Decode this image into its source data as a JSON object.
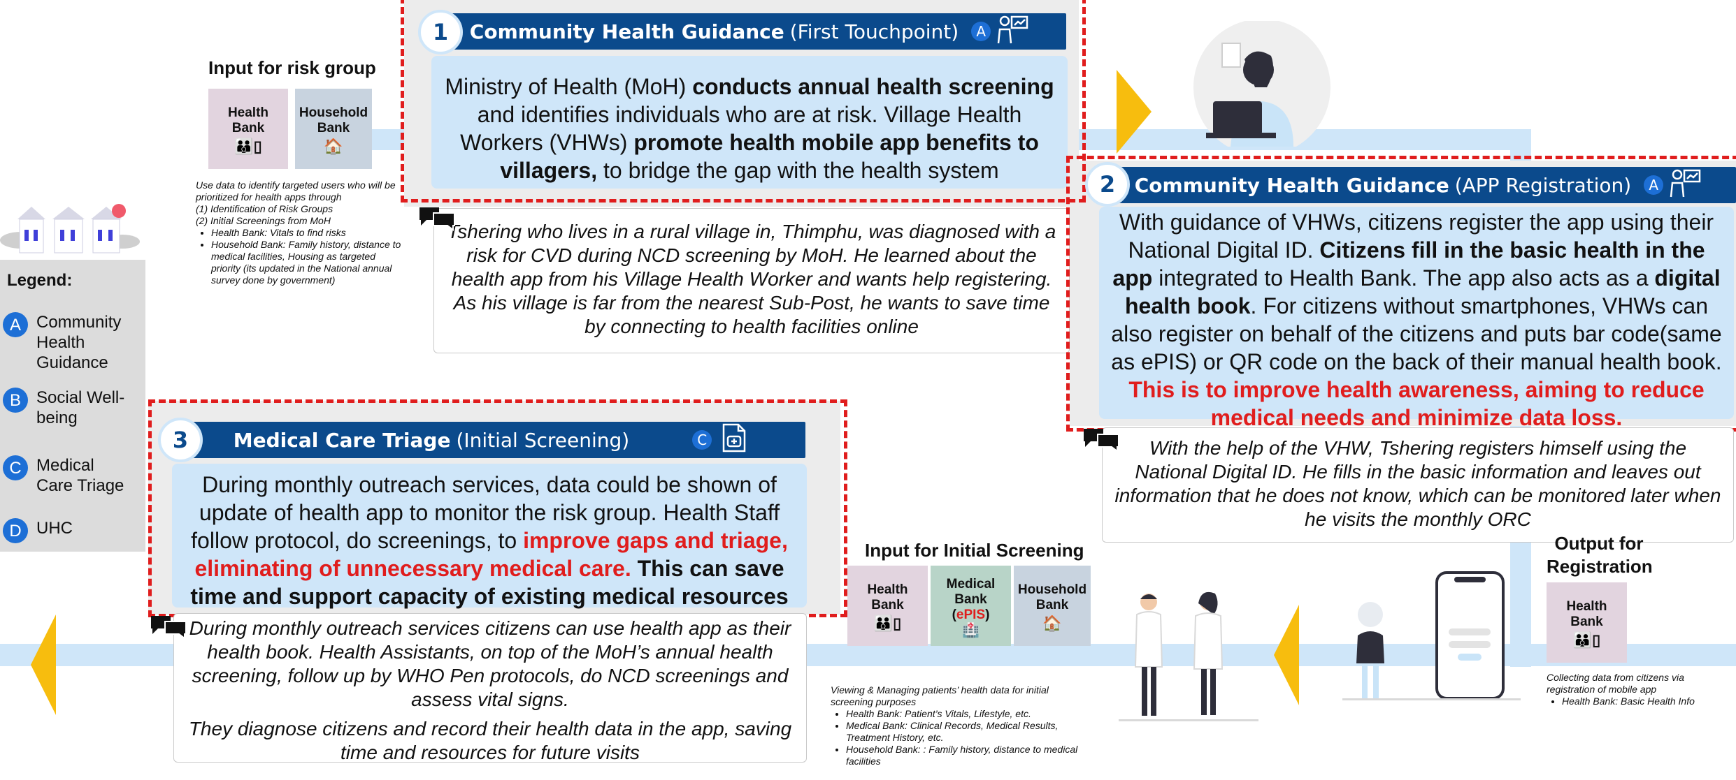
{
  "colors": {
    "header_blue": "#0b4a8c",
    "box_blue": "#cfe6f9",
    "accent_red": "#e01d1d",
    "arrow_yellow": "#f7bd0e",
    "legend_blue": "#1d6fd6",
    "bank_health": "#e2d4df",
    "bank_household": "#c8d3df",
    "bank_medical": "#b8d4c8"
  },
  "input_risk": {
    "heading": "Input for risk group",
    "health_bank": "Health Bank",
    "household_bank": "Household Bank",
    "note_intro": "Use data to identify targeted users who will be prioritized for health apps through",
    "note_lines": [
      "(1) Identification of Risk Groups",
      "(2) Initial Screenings from MoH"
    ],
    "note_bullets": [
      "Health Bank: Vitals to find risks",
      "Household Bank: Family history, distance to medical facilities, Housing as targeted priority (its updated in the National annual survey done by government)"
    ]
  },
  "legend": {
    "title": "Legend:",
    "items": [
      {
        "letter": "A",
        "label": "Community Health Guidance"
      },
      {
        "letter": "B",
        "label": "Social Well-being"
      },
      {
        "letter": "C",
        "label": "Medical Care Triage"
      },
      {
        "letter": "D",
        "label": "UHC"
      }
    ]
  },
  "step1": {
    "number": "1",
    "title_bold": "Community Health Guidance",
    "title_rest": "(First Touchpoint)",
    "badge": "A",
    "body": [
      {
        "t": "Ministry of Health (MoH) ",
        "b": false
      },
      {
        "t": "conducts annual health screening",
        "b": true
      },
      {
        "t": " and identifies individuals who are at risk. Village Health Workers (VHWs) ",
        "b": false
      },
      {
        "t": "promote health mobile app benefits to villagers,",
        "b": true
      },
      {
        "t": " to bridge the gap with the health system",
        "b": false
      }
    ],
    "story": "Tshering who lives in a rural village in, Thimphu, was diagnosed with a risk for CVD during NCD screening by MoH. He learned about the health app from his Village Health Worker and wants help registering. As his village is far from the nearest Sub-Post, he wants to save time by connecting to health facilities online"
  },
  "step2": {
    "number": "2",
    "title_bold": "Community Health Guidance",
    "title_rest": "(APP Registration)",
    "badge": "A",
    "body": [
      {
        "t": "With guidance of VHWs, citizens register the app using their National Digital ID. ",
        "b": false
      },
      {
        "t": "Citizens fill in the basic health in the app",
        "b": true
      },
      {
        "t": " integrated to Health Bank. The app also acts as a ",
        "b": false
      },
      {
        "t": "digital health book",
        "b": true
      },
      {
        "t": ". For citizens without smartphones, VHWs can also register on behalf of the citizens and puts bar code(same as ePIS) or QR code on the back of their manual health book. ",
        "b": false
      },
      {
        "t": "This is to improve health awareness, aiming to reduce medical needs and minimize data loss.",
        "b": "red"
      }
    ],
    "story": "With the help of the VHW, Tshering registers himself using the National Digital ID. He fills in the basic information and leaves out information that he does not know, which can be monitored later when he visits the monthly ORC"
  },
  "step3": {
    "number": "3",
    "title_bold": "Medical Care Triage",
    "title_rest": "(Initial Screening)",
    "badge": "C",
    "body": [
      {
        "t": "During monthly outreach services, data could be shown of update of health app to monitor the risk group. Health Staff follow protocol, do screenings, to ",
        "b": false
      },
      {
        "t": "improve gaps and triage, eliminating of unnecessary medical care.",
        "b": "red"
      },
      {
        "t": "  This can save time and support capacity of existing medical resources",
        "b": true
      }
    ],
    "story1": "During monthly outreach services citizens can use health app as their health book. Health Assistants, on top of the MoH’s annual health screening, follow up by WHO Pen protocols, do NCD screenings and assess vital signs.",
    "story2": "They diagnose citizens and record their health data in the app, saving time and resources for future visits"
  },
  "input_initial": {
    "heading": "Input for Initial Screening",
    "health_bank": "Health Bank",
    "medical_bank": "Medical Bank",
    "medical_sub": "ePIS",
    "household_bank": "Household Bank",
    "note_intro": "Viewing & Managing patients’ health data for initial screening purposes",
    "note_bullets": [
      "Health Bank: Patient’s Vitals, Lifestyle, etc.",
      "Medical Bank: Clinical Records, Medical Results, Treatment History, etc.",
      "Household Bank: : Family history, distance to medical facilities"
    ]
  },
  "output_reg": {
    "heading": "Output for Registration",
    "health_bank": "Health Bank",
    "note_intro": "Collecting data from citizens via registration of mobile app",
    "note_bullets": [
      "Health Bank: Basic Health Info"
    ]
  }
}
